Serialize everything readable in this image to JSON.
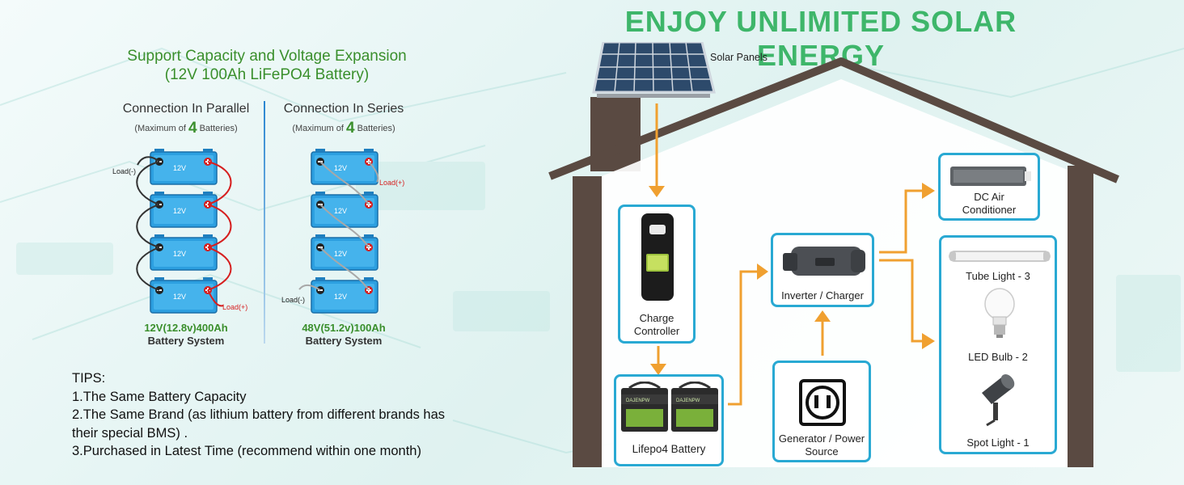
{
  "heading": "ENJOY UNLIMITED SOLAR ENERGY",
  "left": {
    "title_line1": "Support Capacity and Voltage Expansion",
    "title_line2": "(12V 100Ah LiFePO4 Battery)",
    "parallel": {
      "title": "Connection In Parallel",
      "sub_prefix": "(Maximum of",
      "sub_num": "4",
      "sub_suffix": "Batteries)",
      "battery_label": "12V",
      "load_neg": "Load(-)",
      "load_pos": "Load(+)",
      "system_value": "12V(12.8v)400Ah",
      "system_label": "Battery System"
    },
    "series": {
      "title": "Connection In Series",
      "sub_prefix": "(Maximum of",
      "sub_num": "4",
      "sub_suffix": "Batteries)",
      "battery_label": "12V",
      "load_neg": "Load(-)",
      "load_pos": "Load(+)",
      "system_value": "48V(51.2v)100Ah",
      "system_label": "Battery System"
    },
    "tips": {
      "title": "TIPS:",
      "line1": "1.The Same Battery Capacity",
      "line2a": "2.The Same Brand (as lithium battery from different brands has",
      "line2b": "their special BMS) .",
      "line3": "3.Purchased in Latest Time (recommend within one month)"
    }
  },
  "diagram": {
    "solar_panels": "Solar Panels",
    "charge_controller_1": "Charge",
    "charge_controller_2": "Controller",
    "battery": "Lifepo4 Battery",
    "battery_brand": "DAJENPW",
    "inverter": "Inverter / Charger",
    "generator_1": "Generator / Power",
    "generator_2": "Source",
    "ac_1": "DC Air",
    "ac_2": "Conditioner",
    "tube_light": "Tube Light - 3",
    "led_bulb": "LED Bulb - 2",
    "spot_light": "Spot Light - 1"
  },
  "colors": {
    "accent_green": "#3eb66a",
    "title_green": "#3a8f2c",
    "box_border": "#29a9d3",
    "arrow_orange": "#f0a030",
    "house_brown": "#5a4a42",
    "battery_blue": "#2c9fe0"
  }
}
